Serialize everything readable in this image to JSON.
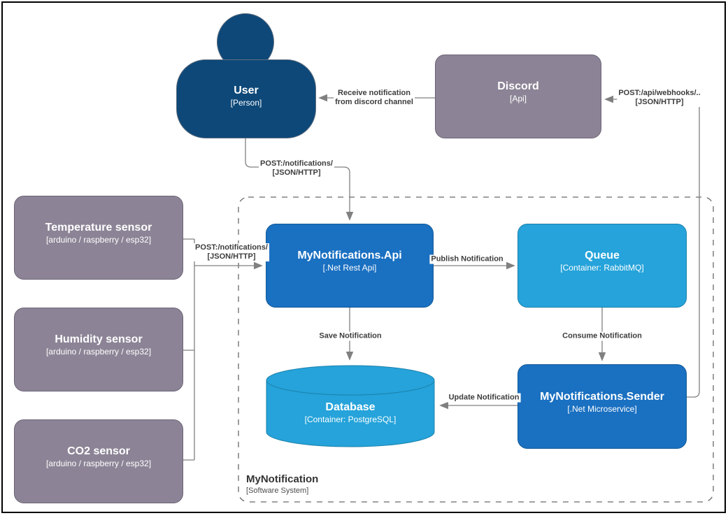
{
  "boundary": {
    "title": "MyNotification",
    "subtitle": "[Software System]"
  },
  "nodes": {
    "user": {
      "title": "User",
      "subtitle": "[Person]",
      "type": "person"
    },
    "discord": {
      "title": "Discord",
      "subtitle": "[Api]",
      "type": "external-system"
    },
    "temperature": {
      "title": "Temperature sensor",
      "subtitle": "[arduino / raspberry / esp32]",
      "type": "external-system"
    },
    "humidity": {
      "title": "Humidity sensor",
      "subtitle": "[arduino / raspberry / esp32]",
      "type": "external-system"
    },
    "co2": {
      "title": "CO2 sensor",
      "subtitle": "[arduino / raspberry / esp32]",
      "type": "external-system"
    },
    "api": {
      "title": "MyNotifications.Api",
      "subtitle": "[.Net Rest Api]",
      "type": "system"
    },
    "queue": {
      "title": "Queue",
      "subtitle": "[Container: RabbitMQ]",
      "type": "container"
    },
    "database": {
      "title": "Database",
      "subtitle": "[Container: PostgreSQL]",
      "type": "container-database"
    },
    "sender": {
      "title": "MyNotifications.Sender",
      "subtitle": "[.Net Microservice]",
      "type": "system"
    }
  },
  "edges": {
    "discord_to_user": {
      "line1": "Receive notification",
      "line2": "from discord channel"
    },
    "user_to_api": {
      "line1": "POST:/notifications/",
      "line2": "[JSON/HTTP]"
    },
    "sensors_to_api": {
      "line1": "POST:/notifications/",
      "line2": "[JSON/HTTP]"
    },
    "api_to_queue": {
      "label": "Publish Notification"
    },
    "api_to_database": {
      "label": "Save Notification"
    },
    "queue_to_sender": {
      "label": "Consume Notification"
    },
    "sender_to_database": {
      "label": "Update Notification"
    },
    "sender_to_discord": {
      "line1": "POST:/api/webhooks/..",
      "line2": "[JSON/HTTP]"
    }
  },
  "colors": {
    "person_fill": "#0d4878",
    "system_fill": "#1a70c1",
    "container_fill": "#25a3da",
    "external_fill": "#8c8496",
    "line": "#808080",
    "boundary_dash": "#696969",
    "label_text": "#3d3d3d",
    "background": "#ffffff"
  }
}
